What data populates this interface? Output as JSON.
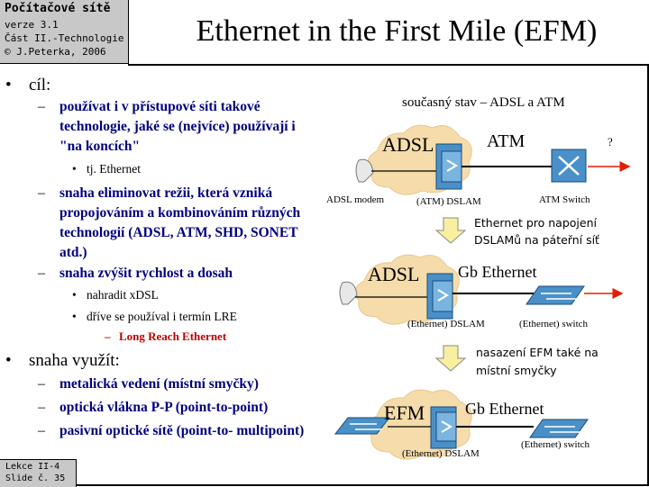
{
  "header": {
    "course": "Počítačové sítě",
    "version": "verze 3.1",
    "part": "Část II.-Technologie",
    "author": "© J.Peterka, 2006"
  },
  "title": "Ethernet in the First Mile (EFM)",
  "footer": {
    "lesson": "Lekce II-4",
    "slide": "Slide č. 35"
  },
  "bullets": [
    {
      "label": "cíl:",
      "items": [
        {
          "text": [
            "používat i v přístupové síti takové",
            "technologie, jaké se (nejvíce) používají i",
            "\"na koncích\""
          ],
          "sub": [
            "tj. Ethernet"
          ]
        },
        {
          "text": [
            "snaha eliminovat režii, která vzniká",
            "propojováním a kombinováním různých",
            "technologií (ADSL, ATM, SHD, SONET",
            "atd.)"
          ]
        },
        {
          "text": [
            "snaha zvýšit rychlost a dosah"
          ],
          "sub": [
            "nahradit xDSL",
            "dříve se používal i termín LRE"
          ],
          "subsub": "Long Reach Ethernet"
        }
      ]
    },
    {
      "label": "snaha využít:",
      "items": [
        {
          "text": [
            "metalická vedení (místní smyčky)"
          ]
        },
        {
          "text": [
            "optická vlákna P-P (point-to-point)"
          ]
        },
        {
          "text": [
            "pasivní optické sítě (point-to- multipoint)"
          ]
        }
      ]
    }
  ],
  "diagram": {
    "top_caption": "současný stav – ADSL a ATM",
    "s1": {
      "adsl": "ADSL",
      "atm": "ATM",
      "q": "?",
      "modem": "ADSL modem",
      "dslam": "(ATM) DSLAM",
      "switch": "ATM Switch"
    },
    "note1": [
      "Ethernet pro napojení",
      "DSLAMů na páteřní síť"
    ],
    "s2": {
      "adsl": "ADSL",
      "gbe": "Gb Ethernet",
      "dslam": "(Ethernet) DSLAM",
      "switch": "(Ethernet) switch"
    },
    "note2": [
      "nasazení EFM také na",
      "místní smyčky"
    ],
    "s3": {
      "efm": "EFM",
      "gbe": "Gb Ethernet",
      "dslam": "(Ethernet) DSLAM",
      "switch": "(Ethernet) switch"
    }
  },
  "colors": {
    "navy": "#000080",
    "red": "#c00000",
    "cloud": "#f5dcaa",
    "device": "#4a90c8",
    "link_arrow": "#e02000"
  }
}
